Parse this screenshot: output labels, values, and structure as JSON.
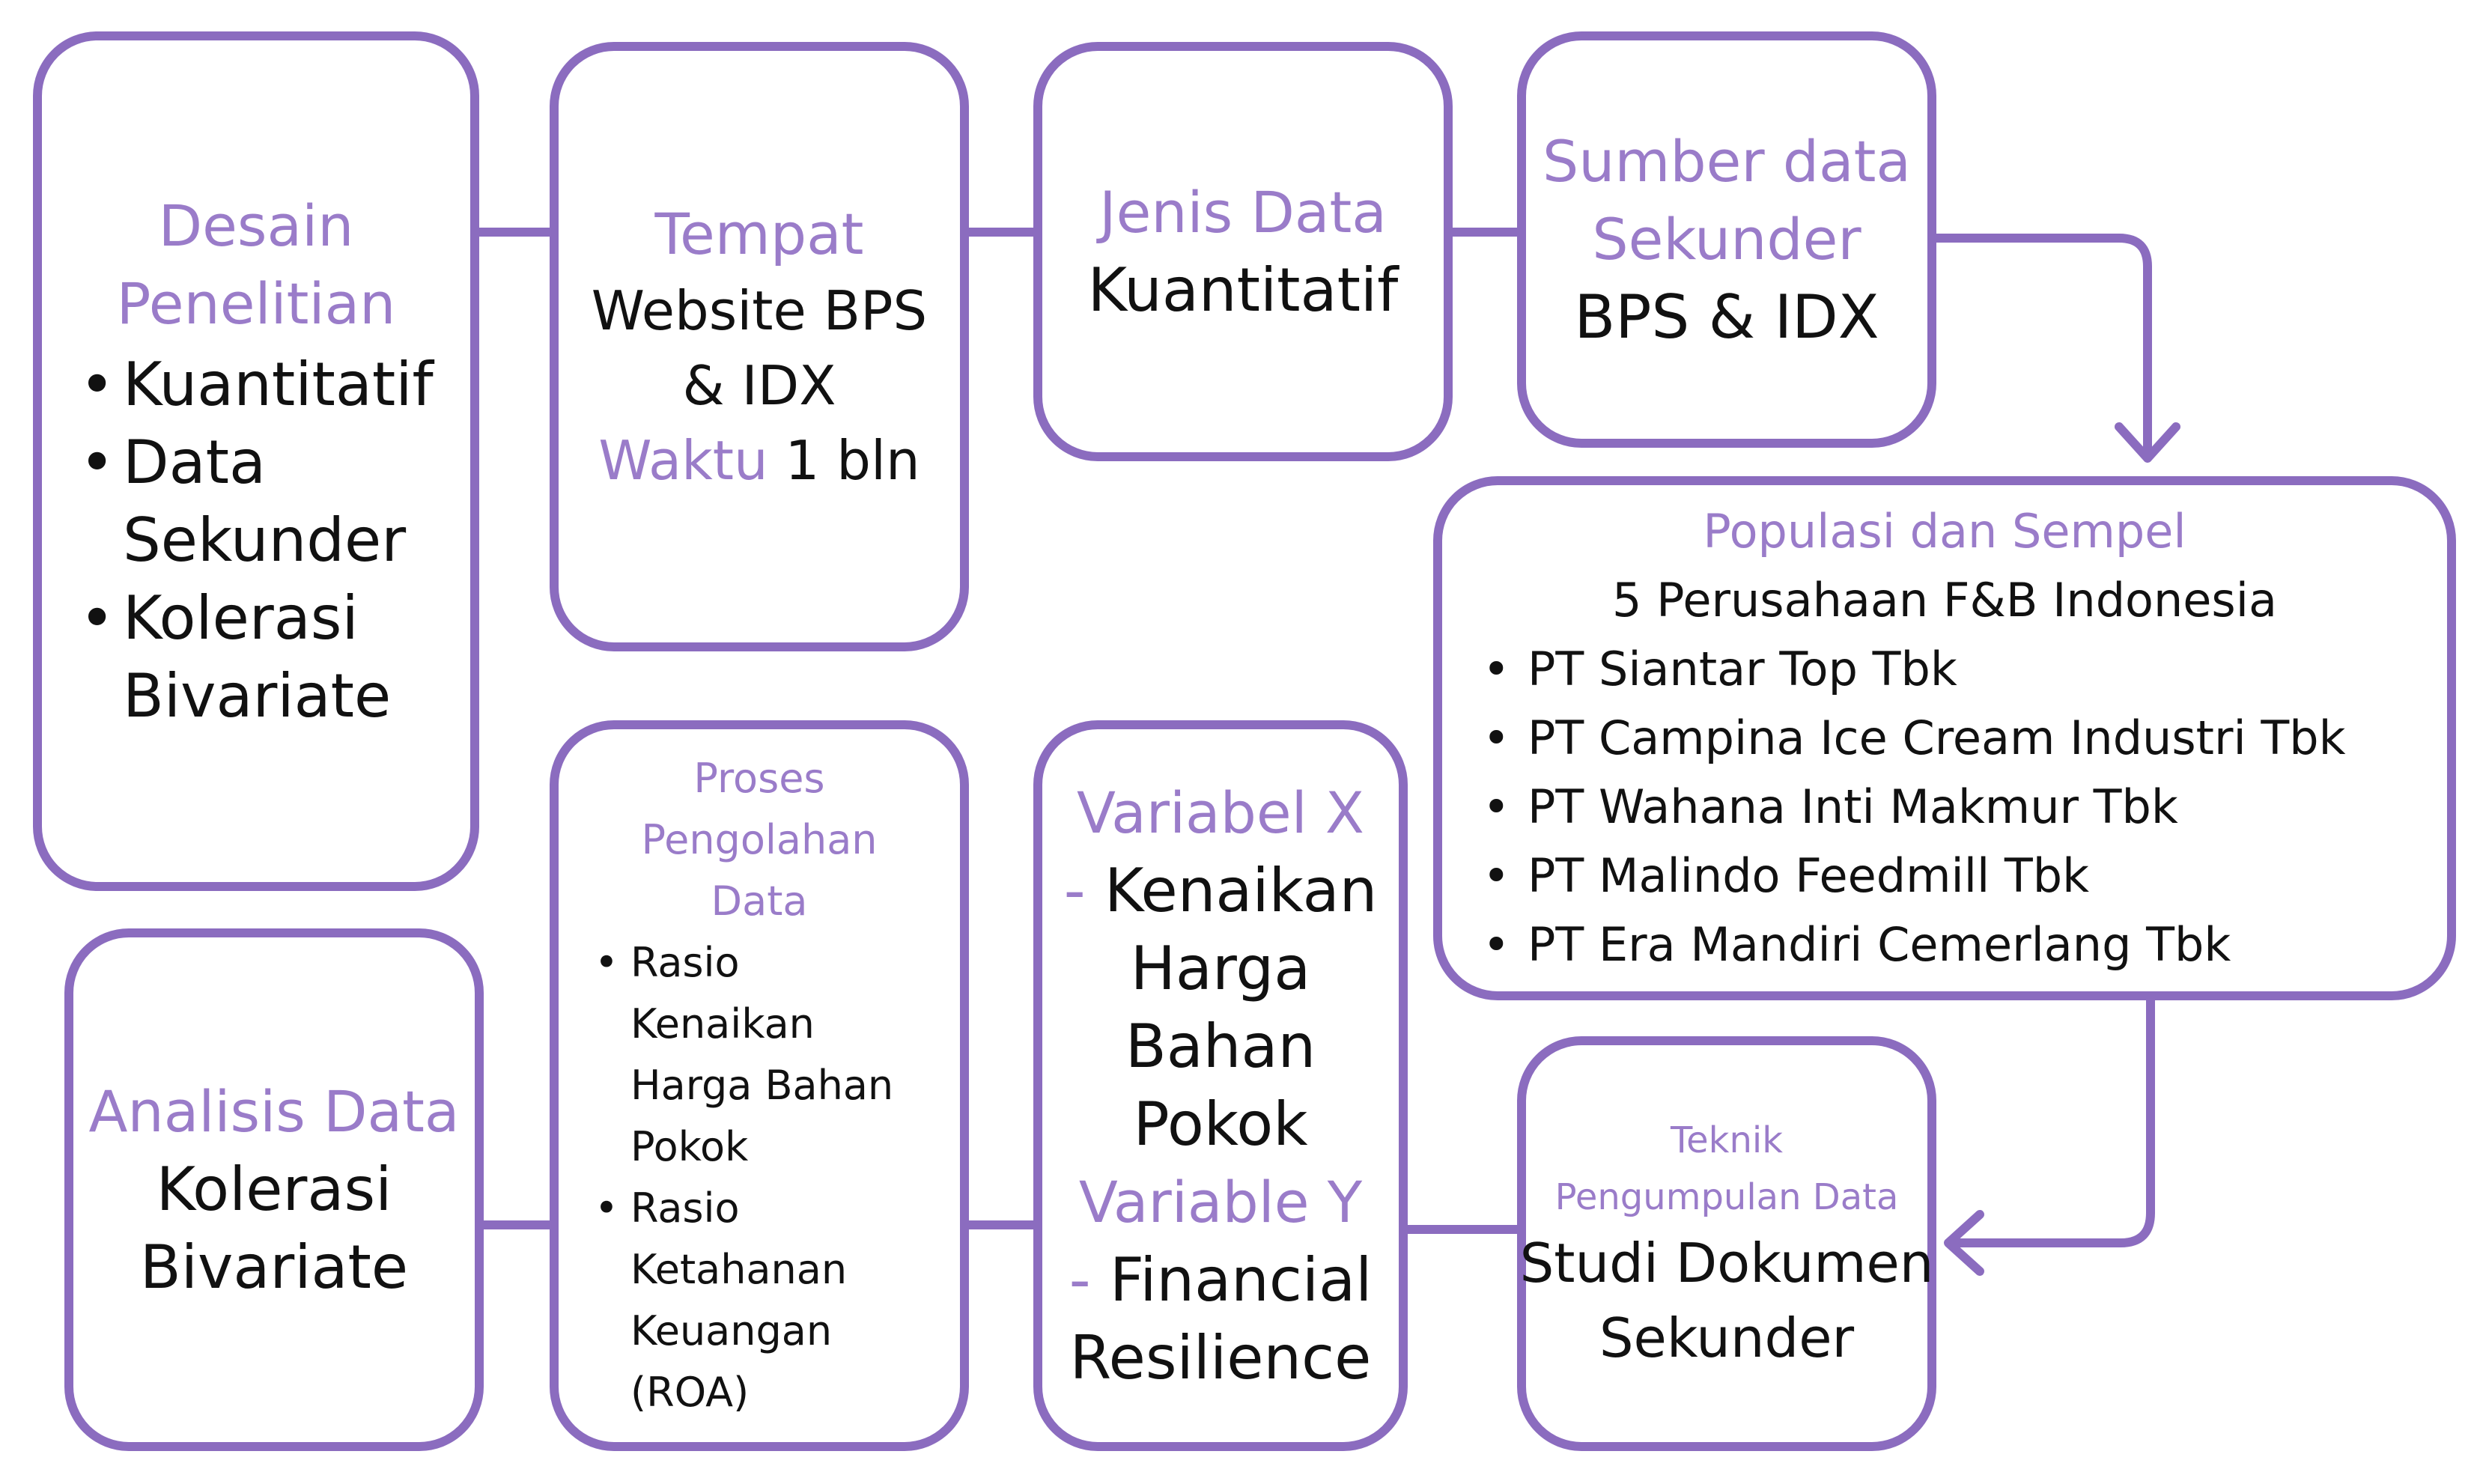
{
  "colors": {
    "accent": "#8b6cbf",
    "heading": "#9a7cc9",
    "text": "#111111"
  },
  "desain": {
    "title_line1": "Desain",
    "title_line2": "Penelitian",
    "item1": "Kuantitatif",
    "item2_line1": "Data",
    "item2_line2": "Sekunder",
    "item3_line1": "Kolerasi",
    "item3_line2": "Bivariate"
  },
  "tempat": {
    "label": "Tempat",
    "value_line1": "Website BPS",
    "value_line2": "& IDX",
    "waktu_label": "Waktu",
    "waktu_value": "1 bln"
  },
  "jenis": {
    "label": "Jenis Data",
    "value": "Kuantitatif"
  },
  "sumber": {
    "label_line1": "Sumber data",
    "label_line2": "Sekunder",
    "value": "BPS & IDX"
  },
  "populasi": {
    "title": "Populasi dan Sempel",
    "subtitle": "5 Perusahaan F&B Indonesia",
    "companies": [
      "PT Siantar Top Tbk",
      "PT Campina Ice Cream Industri Tbk",
      "PT Wahana Inti Makmur Tbk",
      "PT Malindo Feedmill Tbk",
      "PT Era Mandiri Cemerlang Tbk"
    ]
  },
  "teknik": {
    "label_line1": "Teknik",
    "label_line2": "Pengumpulan Data",
    "value_line1": "Studi Dokumen",
    "value_line2": "Sekunder"
  },
  "variabel": {
    "x_label": "Variabel X",
    "x_dash": "-",
    "x_value_line1": "Kenaikan",
    "x_value_line2": "Harga",
    "x_value_line3": "Bahan",
    "x_value_line4": "Pokok",
    "y_label": "Variable Y",
    "y_dash": "-",
    "y_value_line1": "Financial",
    "y_value_line2": "Resilience"
  },
  "proses": {
    "title_line1": "Proses",
    "title_line2": "Pengolahan",
    "title_line3": "Data",
    "item1_lines": [
      "Rasio",
      "Kenaikan",
      "Harga Bahan",
      "Pokok"
    ],
    "item2_lines": [
      "Rasio",
      "Ketahanan",
      "Keuangan",
      "(ROA)"
    ]
  },
  "analisis": {
    "label": "Analisis Data",
    "value_line1": "Kolerasi",
    "value_line2": "Bivariate"
  }
}
